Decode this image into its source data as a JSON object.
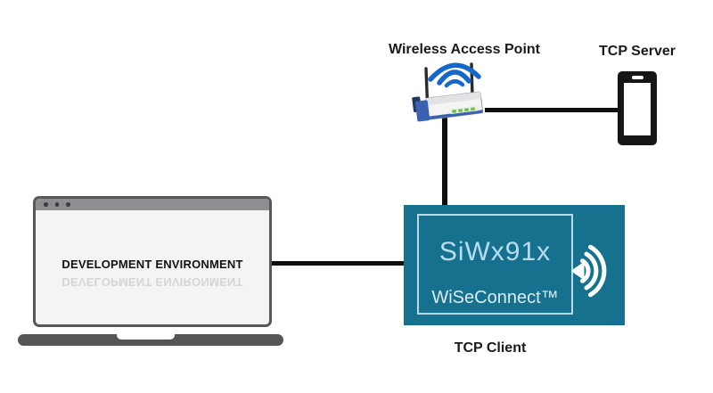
{
  "colors": {
    "background": "#ffffff",
    "device_box_fill": "#16718f",
    "device_box_title_text": "#b9dcef",
    "device_box_subtitle_text": "#dcebf3",
    "label_text": "#1a1a1a",
    "connector": "#0f0f0f",
    "ap_wave_blue": "#1767c9",
    "ap_side_blue": "#3a62b0",
    "ap_led_green": "#6abf45",
    "laptop_frame": "#58585a",
    "laptop_titlebar": "#8e8e90",
    "laptop_screen": "#f4f4f4",
    "laptop_base": "#555557",
    "phone_body": "#161616"
  },
  "nodes": {
    "access_point": {
      "label": "Wireless Access Point"
    },
    "tcp_server": {
      "label": "TCP Server"
    },
    "tcp_client": {
      "chip_title": "SiWx91x",
      "chip_subtitle": "WiSeConnect™",
      "caption": "TCP Client"
    },
    "development_environment": {
      "label": "DEVELOPMENT ENVIRONMENT"
    }
  }
}
